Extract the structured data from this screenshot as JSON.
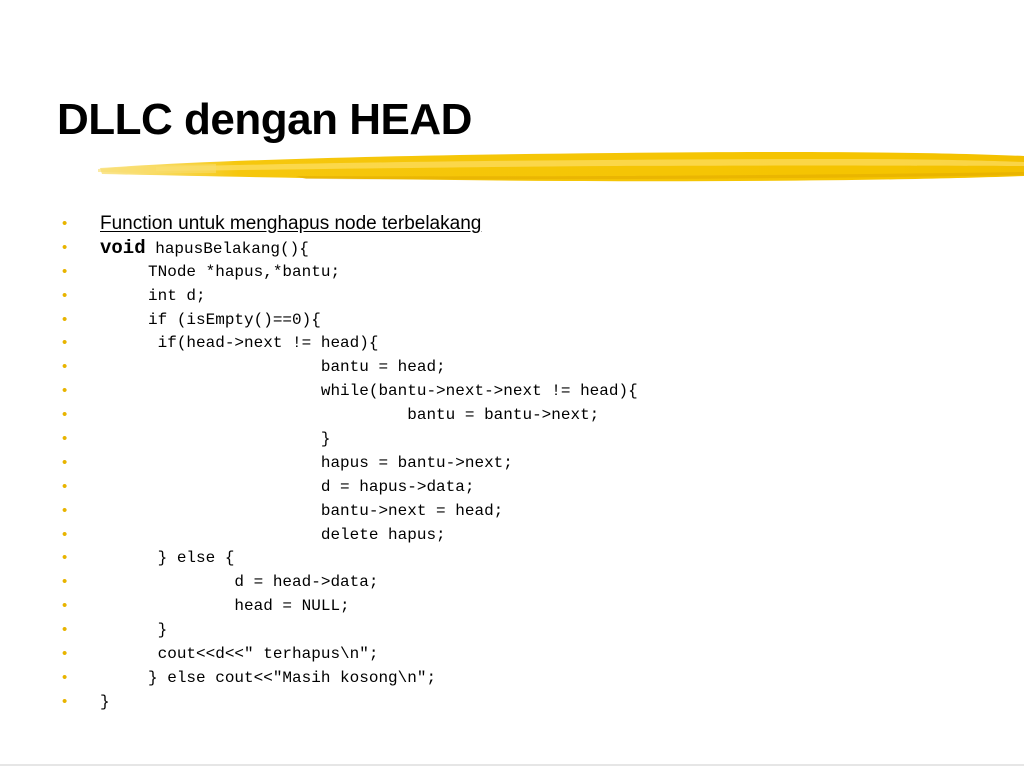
{
  "slide": {
    "title": "DLLC dengan HEAD",
    "accent_color": "#f5c400",
    "bullet_color": "#e8b400",
    "bullet_glyph": "•",
    "heading": "Function untuk menghapus node terbelakang",
    "code_keyword": "void",
    "code_lines": [
      " hapusBelakang(){",
      "     TNode *hapus,*bantu;",
      "     int d;",
      "     if (isEmpty()==0){",
      "      if(head->next != head){",
      "                       bantu = head;",
      "                       while(bantu->next->next != head){",
      "                                bantu = bantu->next;",
      "                       }",
      "                       hapus = bantu->next;",
      "                       d = hapus->data;",
      "                       bantu->next = head;",
      "                       delete hapus;",
      "      } else {",
      "              d = head->data;",
      "              head = NULL;",
      "      }",
      "      cout<<d<<\" terhapus\\n\";",
      "     } else cout<<\"Masih kosong\\n\";",
      "}"
    ]
  }
}
